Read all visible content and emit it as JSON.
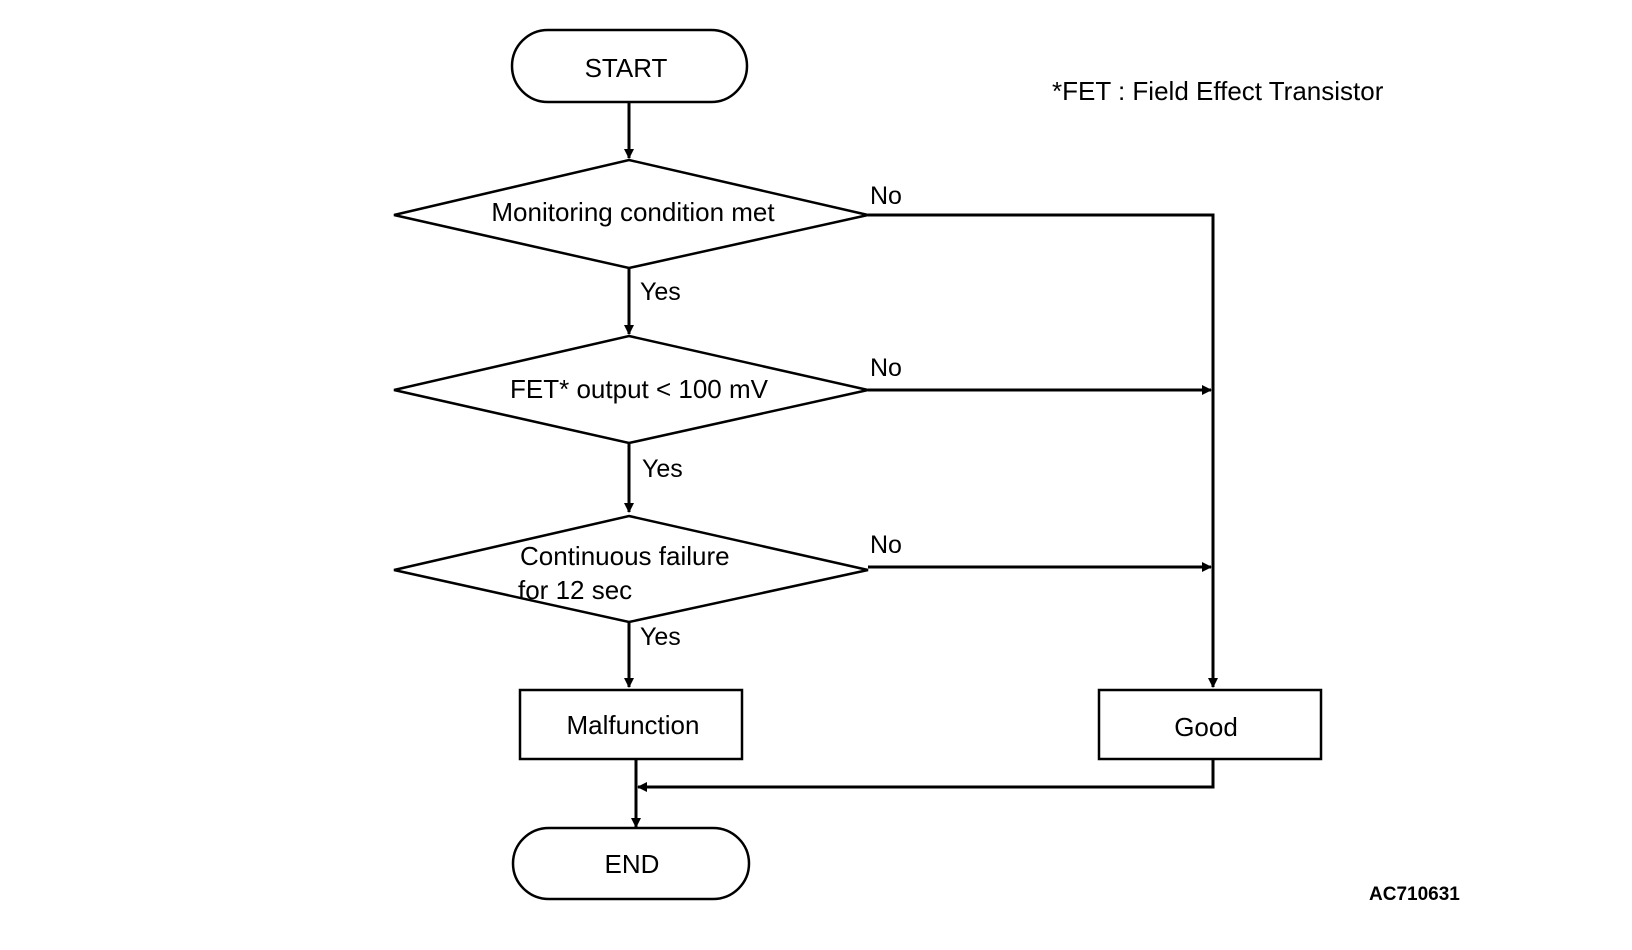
{
  "footnote": "*FET : Field Effect Transistor",
  "figure_id": "AC710631",
  "nodes": {
    "start": "START",
    "decision_monitoring": "Monitoring condition met",
    "decision_fet": "FET* output < 100 mV",
    "decision_continuous_line1": "Continuous failure",
    "decision_continuous_line2": "for 12 sec",
    "malfunction": "Malfunction",
    "good": "Good",
    "end": "END"
  },
  "branches": {
    "monitoring_yes": "Yes",
    "monitoring_no": "No",
    "fet_yes": "Yes",
    "fet_no": "No",
    "continuous_yes": "Yes",
    "continuous_no": "No"
  }
}
